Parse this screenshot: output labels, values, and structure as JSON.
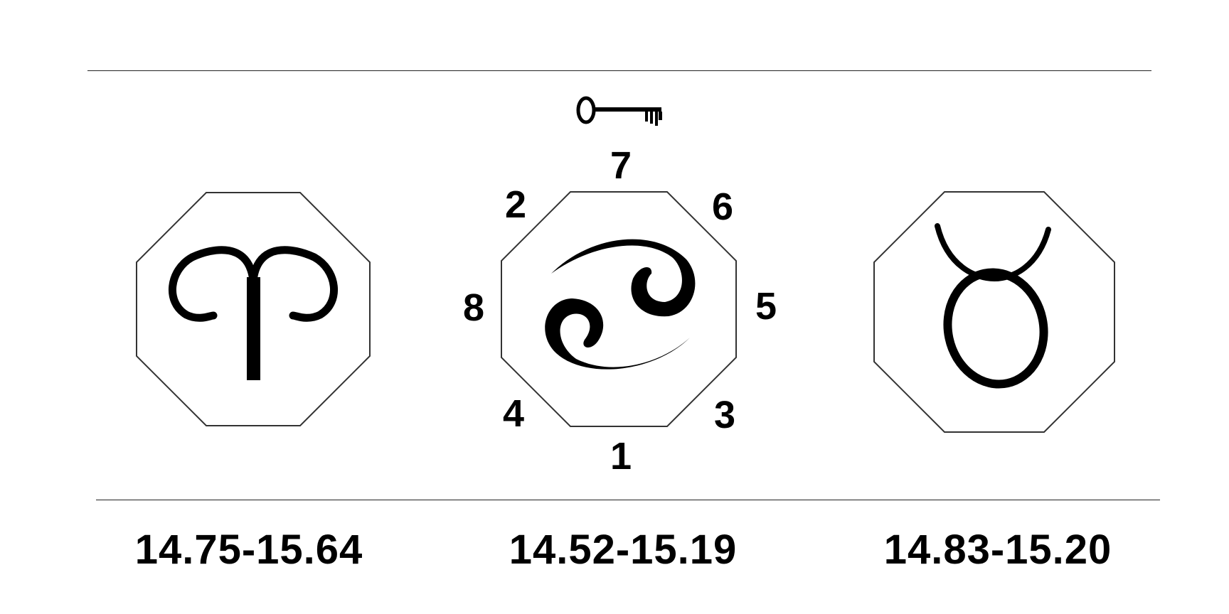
{
  "symbols": [
    {
      "name": "aries",
      "icon": "aries-icon"
    },
    {
      "name": "cancer",
      "icon": "cancer-icon"
    },
    {
      "name": "taurus",
      "icon": "taurus-icon"
    }
  ],
  "key_icon": "key-icon",
  "position_numbers": {
    "top": "7",
    "top_left": "2",
    "top_right": "6",
    "left": "8",
    "right": "5",
    "bottom_left": "4",
    "bottom_right": "3",
    "bottom": "1"
  },
  "ranges": [
    "14.75-15.64",
    "14.52-15.19",
    "14.83-15.20"
  ]
}
